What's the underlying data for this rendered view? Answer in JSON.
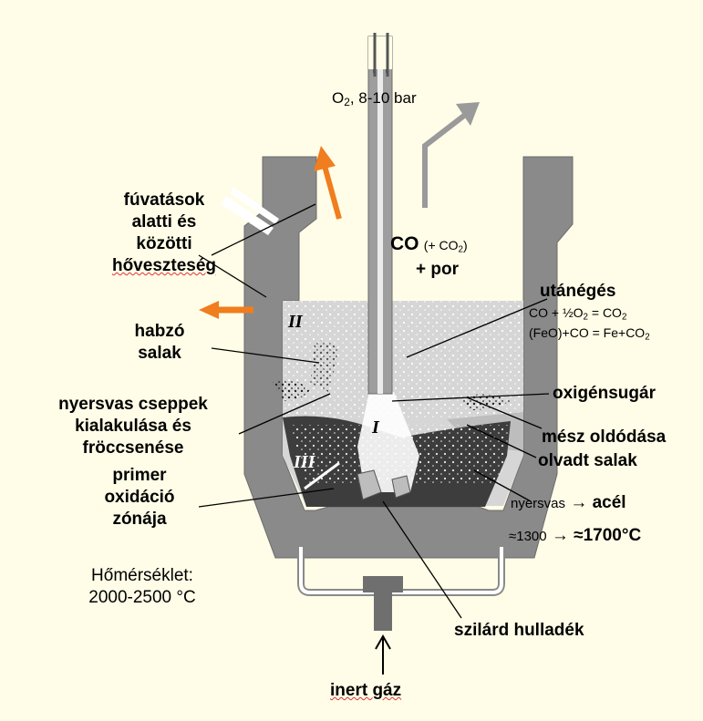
{
  "top_gas": {
    "o2": "O",
    "o2_sub": "2",
    "pressure": ", 8-10 bar"
  },
  "co_label": {
    "co": "CO",
    "co2_paren_open": "(+ CO",
    "co2_sub": "2",
    "co2_paren_close": ")",
    "dust": "+ por"
  },
  "heat_loss": {
    "line1": "fúvatások",
    "line2": "alatti és",
    "line3": "közötti",
    "line4": "hőveszteség"
  },
  "foam_slag": {
    "line1": "habzó",
    "line2": "salak"
  },
  "droplets": {
    "line1": "nyersvas cseppek",
    "line2": "kialakulása és",
    "line3": "fröccsenése"
  },
  "primary_oxidation": {
    "line1": "primer",
    "line2": "oxidáció",
    "line3": "zónája"
  },
  "temperature": {
    "line1": "Hőmérséklet:",
    "line2": "2000-2500 °C"
  },
  "afterburn": {
    "title": "utánégés",
    "eq1_a": "CO + ½O",
    "eq1_sub": "2",
    "eq1_b": " = CO",
    "eq1_sub2": "2",
    "eq2_a": "(FeO)+CO = Fe+CO",
    "eq2_sub": "2"
  },
  "oxygen_jet": "oxigénsugár",
  "lime": "mész oldódása",
  "molten_slag": "olvadt salak",
  "conversion": {
    "from": "nyersvas",
    "arrow": "→",
    "to": "acél",
    "temps_a": "≈1300",
    "temps_arrow": "→",
    "temps_b": "≈1700°C"
  },
  "scrap": "szilárd hulladék",
  "inert_gas": "inert gáz",
  "zones": {
    "zone1": "I",
    "zone2": "II",
    "zone3": "III"
  },
  "colors": {
    "background": "#fffde7",
    "vessel": "#8a8a8a",
    "slag": "#d6d6d6",
    "metal": "#3d3d3d",
    "arrow_orange": "#f07d1e",
    "arrow_gray": "#9a9a9a"
  }
}
